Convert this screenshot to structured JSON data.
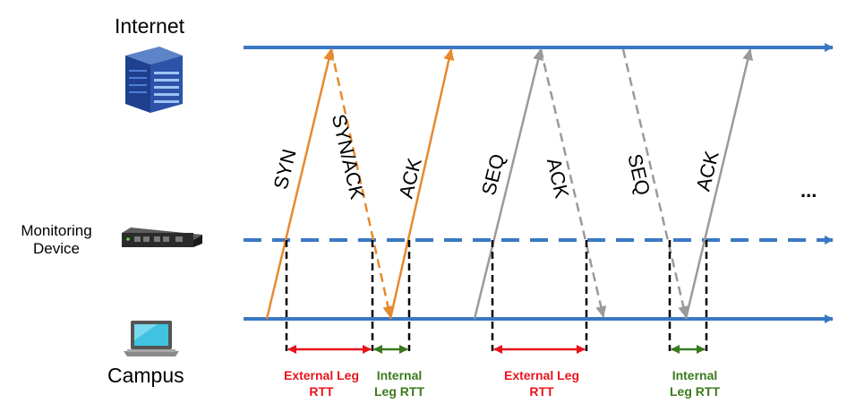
{
  "lanes": {
    "internet": "Internet",
    "monitor": "Monitoring\nDevice",
    "campus": "Campus"
  },
  "messages": {
    "syn": "SYN",
    "synack": "SYN/ACK",
    "ack1": "ACK",
    "seq1": "SEQ",
    "ack2": "ACK",
    "seq2": "SEQ",
    "ack3": "ACK"
  },
  "rtt": {
    "ext1": "External Leg\nRTT",
    "int1": "Internal\nLeg RTT",
    "ext2": "External Leg\nRTT",
    "int2": "Internal\nLeg RTT"
  },
  "ellipsis": "...",
  "colors": {
    "timeline": "#3a78c3",
    "handshake": "#e68a2e",
    "data": "#9a9a9a",
    "external_rtt": "#e8141c",
    "internal_rtt": "#3a7a1d"
  },
  "icons": [
    "server-icon",
    "network-appliance-icon",
    "laptop-icon"
  ]
}
